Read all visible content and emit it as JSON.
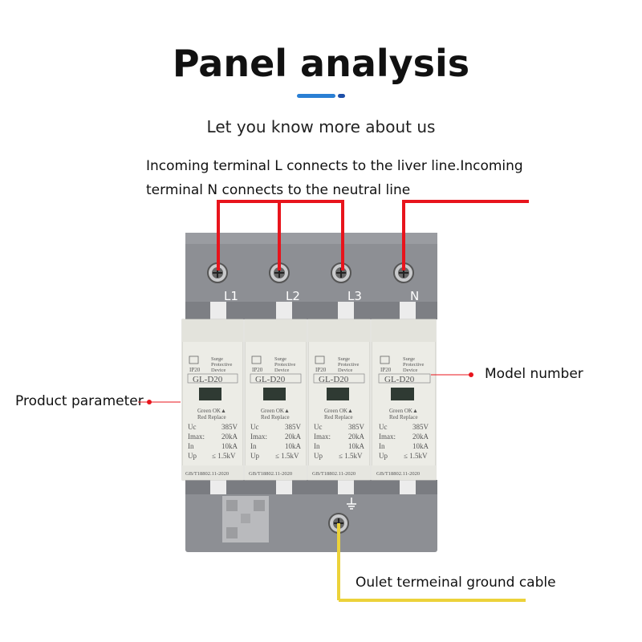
{
  "header": {
    "title": "Panel analysis",
    "subtitle": "Let you know more about us",
    "accent_colors": [
      "#2a7fd4",
      "#1d4fa8"
    ]
  },
  "callouts": {
    "incoming_line1": "Incoming terminal L connects to the liver line.Incoming",
    "incoming_line2": "terminal N connects to the neutral line",
    "model_number": "Model number",
    "product_parameter": "Product parameter",
    "ground_cable": "Oulet termeinal ground cable"
  },
  "device": {
    "terminals": [
      "L1",
      "L2",
      "L3",
      "N"
    ],
    "modules": [
      {
        "brand": "IP20",
        "desc1": "Surge",
        "desc2": "Protective",
        "desc3": "Device",
        "model": "GL-D20",
        "indicator": "Green OK▲",
        "indicator2": "Red Replace",
        "uc_label": "Uc",
        "uc_value": "385V",
        "imax_label": "Imax:",
        "imax_value": "20kA",
        "in_label": "In",
        "in_value": "10kA",
        "up_label": "Up",
        "up_value": "≤ 1.5kV",
        "standard": "GB/T18802.11-2020"
      },
      {
        "brand": "IP20",
        "desc1": "Surge",
        "desc2": "Protective",
        "desc3": "Device",
        "model": "GL-D20",
        "indicator": "Green OK▲",
        "indicator2": "Red Replace",
        "uc_label": "Uc",
        "uc_value": "385V",
        "imax_label": "Imax:",
        "imax_value": "20kA",
        "in_label": "In",
        "in_value": "10kA",
        "up_label": "Up",
        "up_value": "≤ 1.5kV",
        "standard": "GB/T18802.11-2020"
      },
      {
        "brand": "IP20",
        "desc1": "Surge",
        "desc2": "Protective",
        "desc3": "Device",
        "model": "GL-D20",
        "indicator": "Green OK▲",
        "indicator2": "Red Replace",
        "uc_label": "Uc",
        "uc_value": "385V",
        "imax_label": "Imax:",
        "imax_value": "20kA",
        "in_label": "In",
        "in_value": "10kA",
        "up_label": "Up",
        "up_value": "≤ 1.5kV",
        "standard": "GB/T18802.11-2020"
      },
      {
        "brand": "IP20",
        "desc1": "Surge",
        "desc2": "Protective",
        "desc3": "Device",
        "model": "GL-D20",
        "indicator": "Green OK▲",
        "indicator2": "Red Replace",
        "uc_label": "Uc",
        "uc_value": "385V",
        "imax_label": "Imax:",
        "imax_value": "20kA",
        "in_label": "In",
        "in_value": "10kA",
        "up_label": "Up",
        "up_value": "≤ 1.5kV",
        "standard": "GB/T18802.11-2020"
      }
    ]
  },
  "colors": {
    "live_wire": "#e8141c",
    "ground_wire": "#ecd23a",
    "housing_gray": "#8d8f94",
    "module_white": "#ecece6"
  }
}
